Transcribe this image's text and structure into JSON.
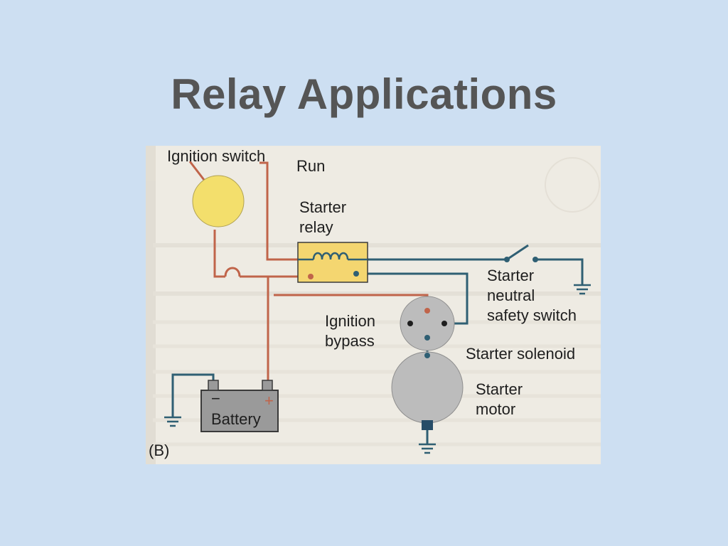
{
  "slide": {
    "title": "Relay Applications"
  },
  "diagram": {
    "labels": {
      "ignition_switch": "Ignition switch",
      "run": "Run",
      "starter_relay_line1": "Starter",
      "starter_relay_line2": "relay",
      "neutral_switch_line1": "Starter",
      "neutral_switch_line2": "neutral",
      "neutral_switch_line3": "safety switch",
      "ignition_bypass_line1": "Ignition",
      "ignition_bypass_line2": "bypass",
      "starter_solenoid": "Starter solenoid",
      "starter_motor_line1": "Starter",
      "starter_motor_line2": "motor",
      "battery": "Battery",
      "battery_negative": "−",
      "battery_positive": "+",
      "figure_tag": "(B)"
    },
    "colors": {
      "background": "#cddff2",
      "paper": "#eeebe3",
      "ignition_switch": "#f3df6c",
      "relay_box": "#f4d670",
      "solenoid_motor": "#bcbcbc",
      "battery": "#9a9a9a",
      "wire_power": "#c0644a",
      "wire_control": "#2f5f73"
    }
  }
}
